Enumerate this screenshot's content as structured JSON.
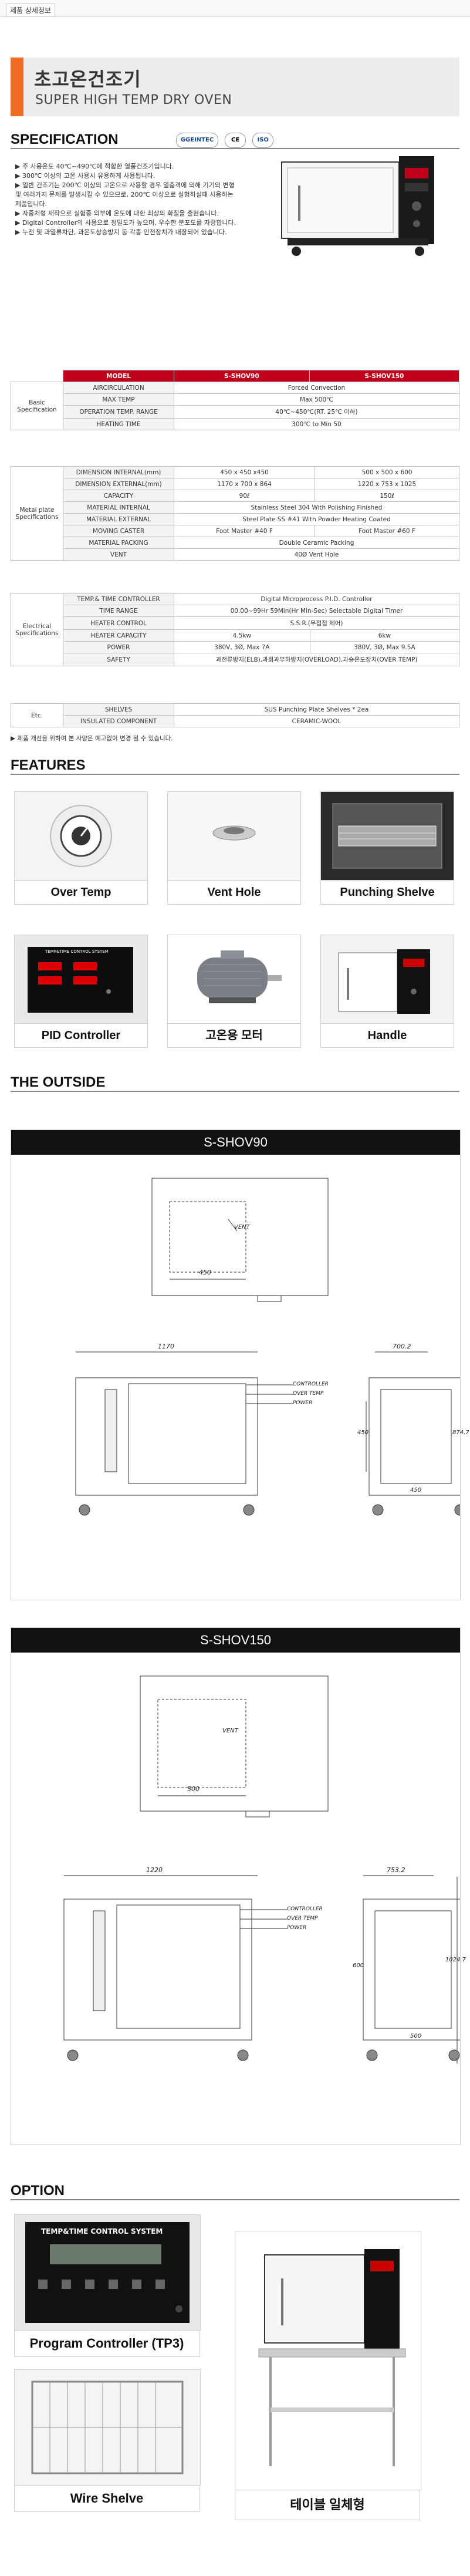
{
  "topbar": {
    "tab": "제품 상세정보"
  },
  "title": {
    "kr": "초고온건조기",
    "en": "SUPER HIGH TEMP DRY OVEN"
  },
  "specification": {
    "heading": "SPECIFICATION",
    "logos": [
      "GGEINTEC",
      "CE",
      "ISO"
    ],
    "bullets": [
      "▶ 주 사용온도 40℃~490℃에 적합한 열풍건조기입니다.",
      "▶ 300℃ 이상의 고온 사용시 유용하게 사용됩니다.",
      "▶ 일반 건조기는 200℃ 이상의 고온으로 사용할 경우 열충격에 의해 기기의 변형",
      "   및 여러가지 문제를 발생시킬 수 있으므로, 200℃ 이상으로 실험하실때 사용하는",
      "   제품입니다.",
      "▶ 자중처형 재작으로 실험중 외부에 온도에 대한 최상의 화질을 출현습니다.",
      "▶ Digital Controller의 사용으로 정밀도가 높으며, 우수한 분포도를 자랑합니다.",
      "▶ 누전 및 과열류차단, 과온도상승방지 등 각종 안전장치가 내장되어 있습니다."
    ],
    "table_header": [
      "MODEL",
      "S-SHOV90",
      "S-SHOV150"
    ],
    "basic": {
      "group": "Basic Specification",
      "rows": [
        [
          "AIRCIRCULATION",
          "Forced Convection"
        ],
        [
          "MAX TEMP",
          "Max 500℃"
        ],
        [
          "OPERATION TEMP. RANGE",
          "40℃~450℃(RT. 25℃ 이하)"
        ],
        [
          "HEATING TIME",
          "300℃ to  Min 50"
        ]
      ]
    },
    "metal": {
      "group": "Metal plate Specifications",
      "rows": [
        [
          "DIMENSION INTERNAL(mm)",
          "450 x 450 x450",
          "500 x 500 x 600"
        ],
        [
          "DIMENSION EXTERNAL(mm)",
          "1170 x 700 x 864",
          "1220 x 753 x 1025"
        ],
        [
          "CAPACITY",
          "90ℓ",
          "150ℓ"
        ],
        [
          "MATERIAL INTERNAL",
          "Stainless Steel 304 With Polishing Finished"
        ],
        [
          "MATERIAL EXTERNAL",
          "Steel Plate SS #41 With Powder Heating Coated"
        ],
        [
          "MOVING CASTER",
          "Foot Master #40 F",
          "Foot Master #60 F"
        ],
        [
          "MATERIAL PACKING",
          "Double Ceramic Packing"
        ],
        [
          "VENT",
          "40Ø Vent Hole"
        ]
      ]
    },
    "electrical": {
      "group": "Electrical Specifications",
      "rows": [
        [
          "TEMP.& TIME CONTROLLER",
          "Digital Microprocess P.I.D. Controller"
        ],
        [
          "TIME RANGE",
          "00.00~99Hr 59Min(Hr Min-Sec) Selectable Digital Timer"
        ],
        [
          "HEATER CONTROL",
          "S.S.R.(무접점 제어)"
        ],
        [
          "HEATER CAPACITY",
          "4.5kw",
          "6kw"
        ],
        [
          "POWER",
          "380V, 3Ø, Max 7A",
          "380V, 3Ø, Max 9.5A"
        ],
        [
          "SAFETY",
          "과전류방지(ELB),과회과부하방지(OVERLOAD),과승온도장치(OVER TEMP)"
        ]
      ]
    },
    "etc": {
      "group": "Etc.",
      "rows": [
        [
          "SHELVES",
          "SUS Punching Plate Shelves * 2ea"
        ],
        [
          "INSULATED COMPONENT",
          "CERAMIC-WOOL"
        ]
      ]
    },
    "note": "▶ 제품 개선을 위하여 본 사양은 예고없이 변경 될 수 있습니다."
  },
  "features": {
    "heading": "FEATURES",
    "items": [
      {
        "label": "Over Temp",
        "icon": "over-temp-photo"
      },
      {
        "label": "Vent Hole",
        "icon": "vent-hole-photo"
      },
      {
        "label": "Punching Shelve",
        "icon": "punching-shelve-photo"
      },
      {
        "label": "PID Controller",
        "icon": "pid-controller-photo",
        "screen": "TEMP&TIME CONTROL SYSTEM"
      },
      {
        "label": "고온용 모터",
        "icon": "motor-photo"
      },
      {
        "label": "Handle",
        "icon": "handle-photo"
      }
    ]
  },
  "outside": {
    "heading": "THE OUTSIDE",
    "drawings": [
      {
        "model": "S-SHOV90",
        "vent": "VENT",
        "vent_dim": "450",
        "width": "1170",
        "depth": "700.2",
        "height": "874.7",
        "inner_w": "450",
        "inner_h": "450",
        "labels": [
          "CONTROLLER",
          "OVER TEMP",
          "POWER"
        ]
      },
      {
        "model": "S-SHOV150",
        "vent": "VENT",
        "vent_dim": "500",
        "width": "1220",
        "depth": "753.2",
        "height": "1024.7",
        "inner_w": "500",
        "inner_h": "600",
        "labels": [
          "CONTROLLER",
          "OVER TEMP",
          "POWER"
        ]
      }
    ]
  },
  "option": {
    "heading": "OPTION",
    "items": [
      {
        "label": "Program Controller (TP3)",
        "screen": "TEMP&TIME CONTROL SYSTEM"
      },
      {
        "label": "Wire Shelve"
      },
      {
        "label": "테이블 일체형"
      }
    ]
  },
  "colors": {
    "accent": "#f26b22",
    "table_header": "#c0001a",
    "bar": "#111111"
  }
}
